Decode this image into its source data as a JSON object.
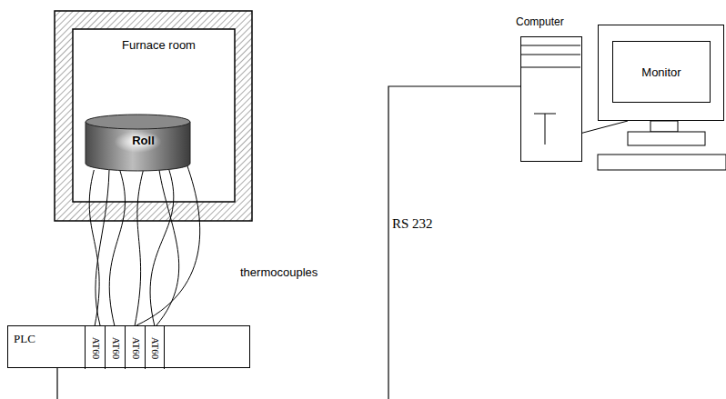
{
  "diagram": {
    "nodes": [
      {
        "text": [
          "Furnace room"
        ]
      },
      {
        "text": [
          "Roll"
        ],
        "in": 0
      },
      {
        "text": [
          "PLC"
        ]
      },
      {
        "text": [
          "AT60"
        ],
        "in": 2
      },
      {
        "text": [
          "AT60"
        ],
        "in": 2
      },
      {
        "text": [
          "AT60"
        ],
        "in": 2
      },
      {
        "text": [
          "AT60"
        ],
        "in": 2
      },
      {
        "text": [
          "Computer"
        ]
      },
      {
        "text": [
          "Monitor"
        ]
      }
    ],
    "edges": [
      {
        "from": 1,
        "to": 3,
        "arrow": "none"
      },
      {
        "from": 1,
        "to": 4,
        "arrow": "none"
      },
      {
        "from": 1,
        "to": 5,
        "arrow": "none"
      },
      {
        "from": 1,
        "to": 6,
        "arrow": "none"
      },
      {
        "from": 7,
        "to": 8,
        "arrow": "none"
      }
    ],
    "labels": [
      "thermocouples",
      "RS 232"
    ]
  }
}
